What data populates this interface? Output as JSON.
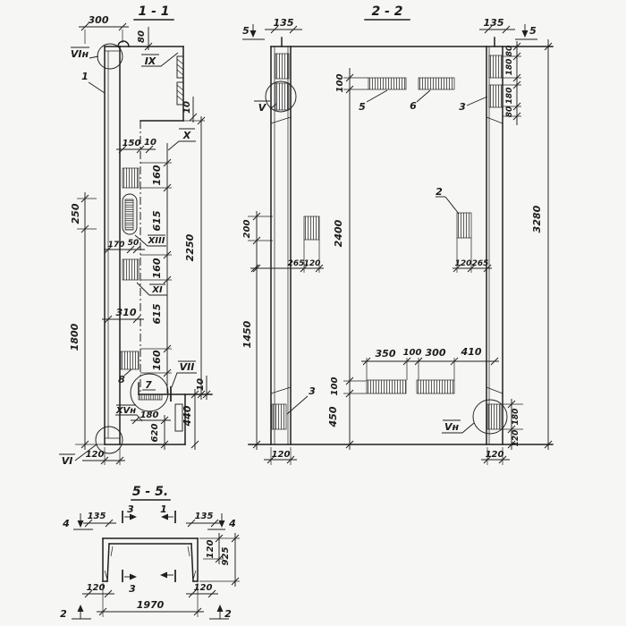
{
  "drawing": {
    "background": "#f6f6f4",
    "ink": "#1f1f1f",
    "v11": {
      "title": "1 - 1",
      "d300": "300",
      "d80": "80",
      "lIX": "IX",
      "d10t": "10",
      "lX": "X",
      "d150": "150",
      "d10s": "10",
      "i1": "1",
      "lVIn": "VIн",
      "d250": "250",
      "d1800": "1800",
      "d170": "170",
      "d50": "50",
      "c1": "160",
      "c2": "615",
      "c3": "160",
      "c4": "615",
      "c5": "160",
      "d2250": "2250",
      "lXIII": "XIII",
      "lXI": "XI",
      "d310": "310",
      "i8": "8",
      "i7": "7",
      "lVII": "VII",
      "lXVn": "XVн",
      "d180": "180",
      "d620": "620",
      "d440": "440",
      "d10b": "10",
      "lVI": "VI",
      "d120": "120"
    },
    "v22": {
      "title": "2 - 2",
      "m5l": "5",
      "d135l": "135",
      "d135r": "135",
      "m5r": "5",
      "d100t": "100",
      "i5": "5",
      "i6": "6",
      "i3t": "3",
      "r80a": "80",
      "r180a": "180",
      "r180b": "180",
      "r80b": "80",
      "lV": "V",
      "d200": "200",
      "d2400": "2400",
      "i2": "2",
      "d265l": "265",
      "d120l": "120",
      "d120r": "120",
      "d265r": "265",
      "d3280": "3280",
      "d1450": "1450",
      "b350": "350",
      "b100": "100",
      "b300": "300",
      "b410": "410",
      "d100b": "100",
      "d450": "450",
      "i3b": "3",
      "lVn": "Vн",
      "d180r": "180",
      "d120br": "120",
      "d120chL": "120",
      "d120chR": "120"
    },
    "v55": {
      "title": "5 - 5.",
      "m4l": "4",
      "d135a": "135",
      "m3t": "3",
      "m1t": "1",
      "d135b": "135",
      "m4r": "4",
      "d120t": "120",
      "d925": "925",
      "d120bl": "120",
      "m3bl": "3",
      "d120brr": "120",
      "d1970": "1970",
      "m2l": "2",
      "m2r": "2"
    }
  }
}
